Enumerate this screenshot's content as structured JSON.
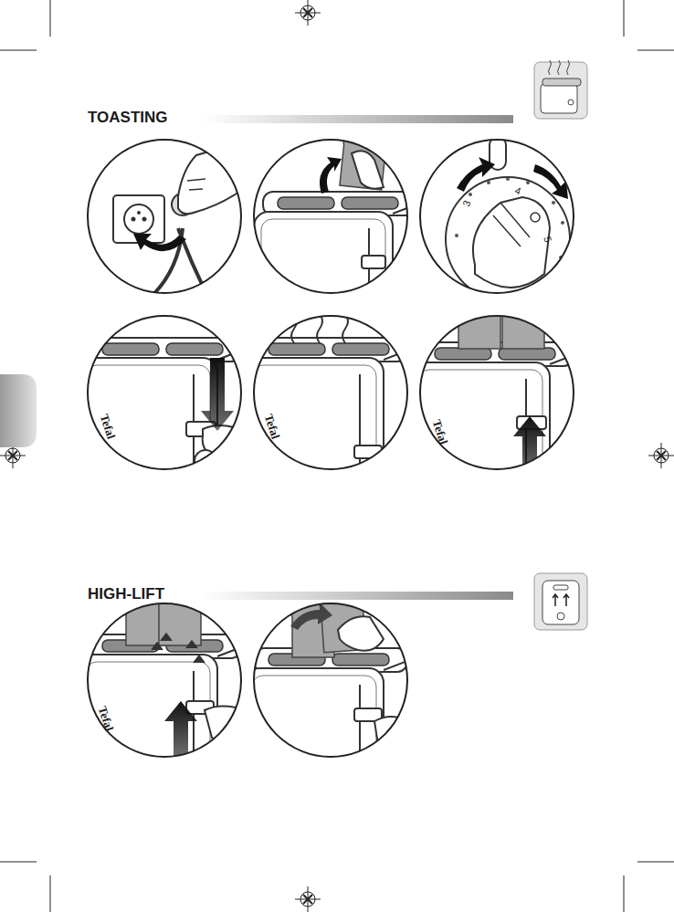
{
  "diagram": {
    "labels": [
      "TOASTING",
      "3",
      "4",
      "5",
      "Tefal",
      "Tefal",
      "Tefal",
      "HIGH-LIFT",
      "Tefal"
    ]
  }
}
